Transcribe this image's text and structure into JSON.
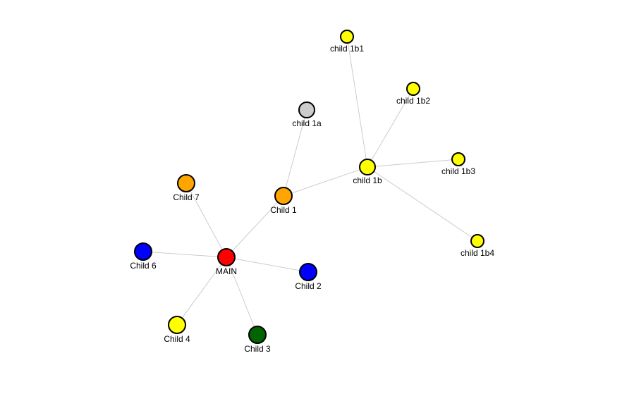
{
  "nodes": [
    {
      "id": "main",
      "label": "MAIN",
      "color": "#ff0000"
    },
    {
      "id": "child1",
      "label": "Child 1",
      "color": "#ffa500"
    },
    {
      "id": "child2",
      "label": "Child 2",
      "color": "#0000ff"
    },
    {
      "id": "child3",
      "label": "Child 3",
      "color": "#006400"
    },
    {
      "id": "child4",
      "label": "Child 4",
      "color": "#ffff00"
    },
    {
      "id": "child6",
      "label": "Child 6",
      "color": "#0000ff"
    },
    {
      "id": "child7",
      "label": "Child 7",
      "color": "#ffa500"
    },
    {
      "id": "child1a",
      "label": "child 1a",
      "color": "#cccccc"
    },
    {
      "id": "child1b",
      "label": "child 1b",
      "color": "#ffff00"
    },
    {
      "id": "child1b1",
      "label": "child 1b1",
      "color": "#ffff00"
    },
    {
      "id": "child1b2",
      "label": "child 1b2",
      "color": "#ffff00"
    },
    {
      "id": "child1b3",
      "label": "child 1b3",
      "color": "#ffff00"
    },
    {
      "id": "child1b4",
      "label": "child 1b4",
      "color": "#ffff00"
    }
  ],
  "edges": [
    {
      "from": "main",
      "to": "child1"
    },
    {
      "from": "main",
      "to": "child2"
    },
    {
      "from": "main",
      "to": "child3"
    },
    {
      "from": "main",
      "to": "child4"
    },
    {
      "from": "main",
      "to": "child6"
    },
    {
      "from": "main",
      "to": "child7"
    },
    {
      "from": "child1",
      "to": "child1a"
    },
    {
      "from": "child1",
      "to": "child1b"
    },
    {
      "from": "child1b",
      "to": "child1b1"
    },
    {
      "from": "child1b",
      "to": "child1b2"
    },
    {
      "from": "child1b",
      "to": "child1b3"
    },
    {
      "from": "child1b",
      "to": "child1b4"
    }
  ]
}
